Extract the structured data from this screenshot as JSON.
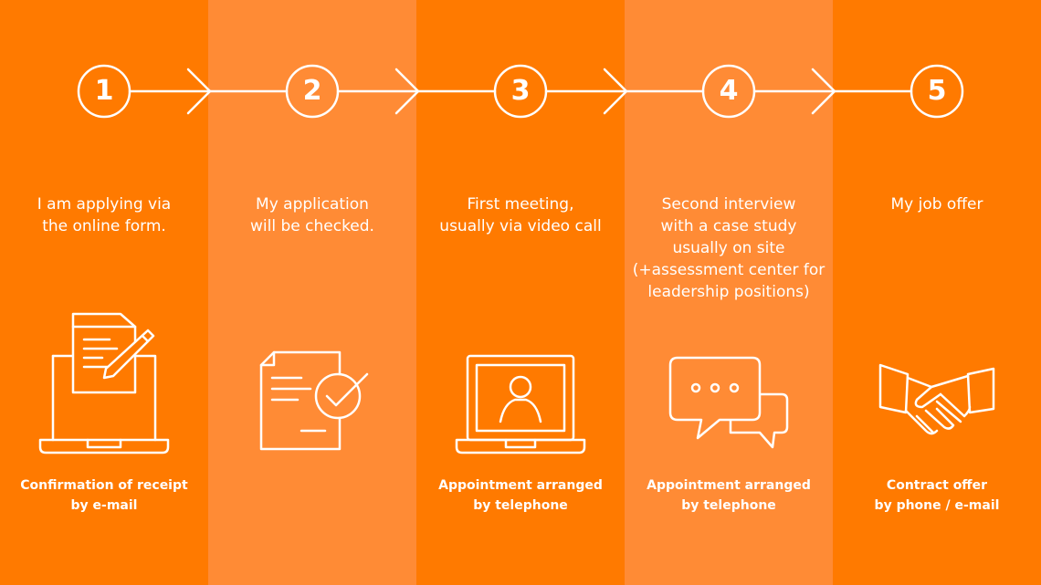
{
  "colors": {
    "dark_band": "#ff7a00",
    "light_band": "#ff8b35",
    "foreground": "#ffffff"
  },
  "steps": [
    {
      "number": "1",
      "description": "I am applying via\nthe online form.",
      "note": "Confirmation of receipt\nby e-mail",
      "icon": "laptop-form-pen-icon"
    },
    {
      "number": "2",
      "description": "My application\nwill be checked.",
      "note": "",
      "icon": "document-check-icon"
    },
    {
      "number": "3",
      "description": "First meeting,\nusually via video call",
      "note": "Appointment arranged\nby telephone",
      "icon": "laptop-video-call-icon"
    },
    {
      "number": "4",
      "description": "Second interview\nwith a case study\nusually on site\n(+assessment center for\nleadership positions)",
      "note": "Appointment arranged\nby telephone",
      "icon": "chat-bubbles-icon"
    },
    {
      "number": "5",
      "description": "My job offer",
      "note": "Contract offer\nby phone / e-mail",
      "icon": "handshake-icon"
    }
  ]
}
